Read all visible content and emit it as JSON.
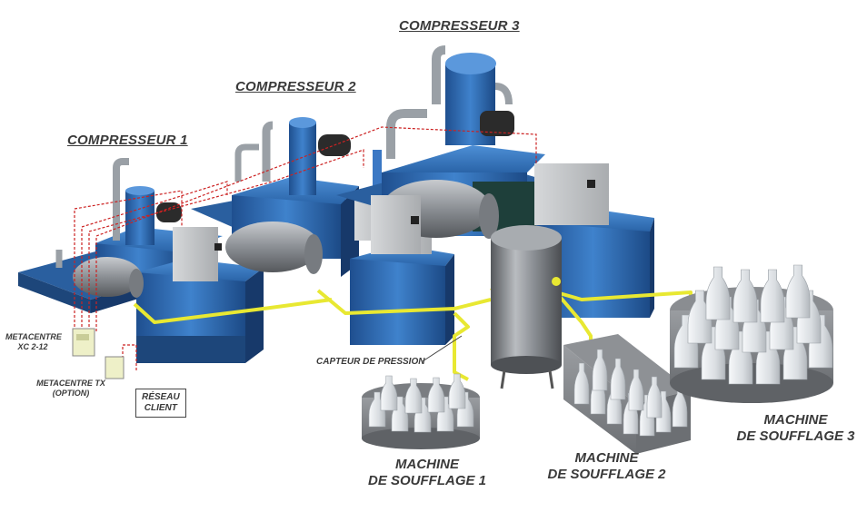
{
  "labels": {
    "compressor_1": "COMPRESSEUR 1",
    "compressor_2": "COMPRESSEUR 2",
    "compressor_3": "COMPRESSEUR 3",
    "metacentre_xc_line1": "METACENTRE",
    "metacentre_xc_line2": "XC 2-12",
    "metacentre_tx_line1": "METACENTRE TX",
    "metacentre_tx_line2": "(OPTION)",
    "reseau_line1": "RÉSEAU",
    "reseau_line2": "CLIENT",
    "capteur": "CAPTEUR DE PRESSION",
    "machine_1_line1": "MACHINE",
    "machine_1_line2": "DE SOUFFLAGE 1",
    "machine_2_line1": "MACHINE",
    "machine_2_line2": "DE SOUFFLAGE 2",
    "machine_3_line1": "MACHINE",
    "machine_3_line2": "DE SOUFFLAGE 3"
  },
  "colors": {
    "equipment_blue": "#2f6db5",
    "tank_gray": "#8a8e94",
    "pipe_yellow": "#e8e832",
    "signal_red": "#cc2222",
    "cabinet_gray": "#c9cbcd",
    "bottle_white": "#e9ecef"
  }
}
